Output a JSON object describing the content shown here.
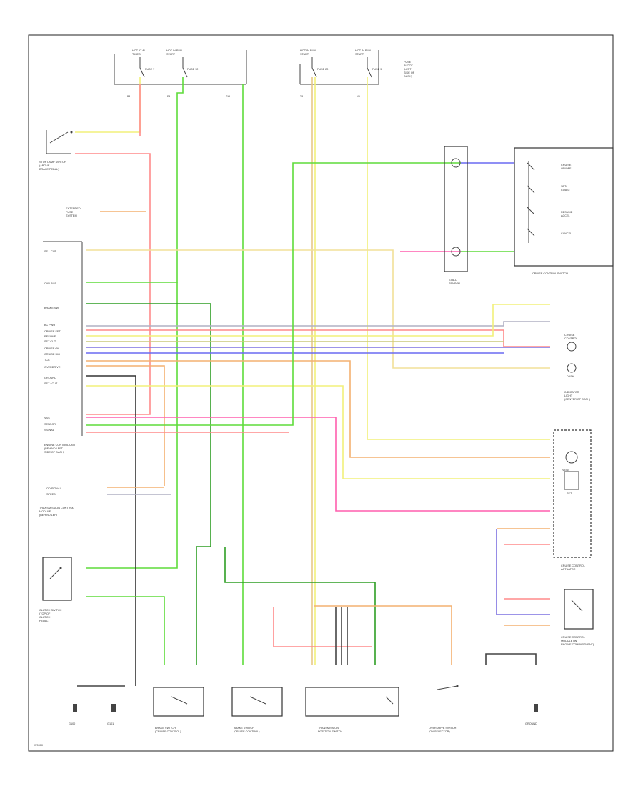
{
  "diagram": {
    "background": "#ffffff",
    "wire_colors": {
      "red": "#ff8a8a",
      "pink": "#ff5fae",
      "green": "#5edc3a",
      "dark_green": "#2e9e24",
      "yellow": "#f2f07a",
      "tan": "#e8c888",
      "orange": "#f4b070",
      "purple": "#7c70e0",
      "blue": "#6a6af2",
      "gray": "#b0b0c4",
      "black": "#444444"
    },
    "corner_mark": "W0000",
    "components": [
      "stop-lamp-switch",
      "extended-fuse",
      "engine-control-unit",
      "transmission-control-module",
      "vehicle-speed-sensor",
      "stall-sensor",
      "dash-dimmer",
      "cruise-control-switch",
      "actuator",
      "cruise-control-module",
      "clutch-switch",
      "brake-switch-left",
      "brake-switch-right",
      "transmission-position-switch",
      "overdrive-switch",
      "ground-right"
    ]
  }
}
